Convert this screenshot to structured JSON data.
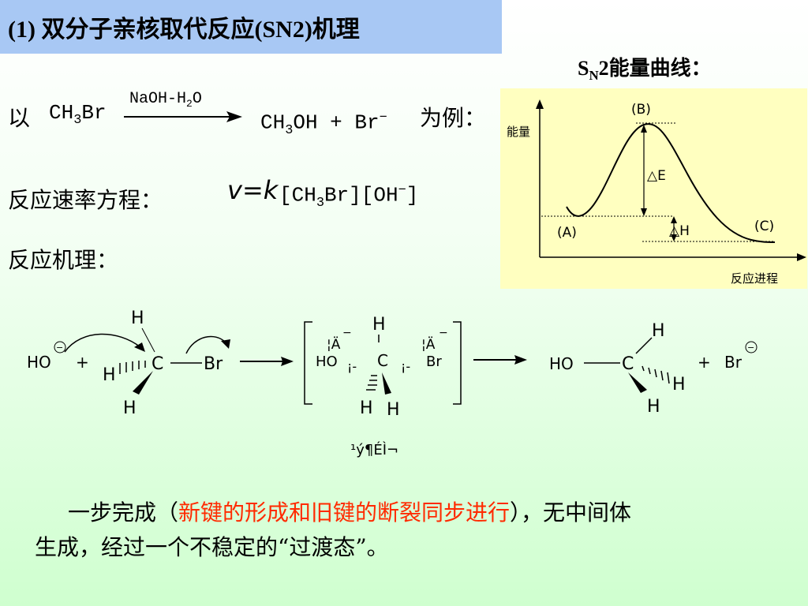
{
  "slide": {
    "title": "(1) 双分子亲核取代反应(SN2)机理",
    "energy_heading": {
      "main": "S",
      "sub": "N",
      "rest": "2能量曲线："
    },
    "example_line": {
      "prefix": "以",
      "reactant": {
        "main": "CH",
        "sub": "3",
        "end": "Br"
      },
      "reagent": {
        "main": "NaOH-H",
        "sub": "2",
        "end": "O"
      },
      "product": {
        "main": "CH",
        "sub": "3",
        "end": "OH + Br"
      },
      "product_charge": "−",
      "suffix": "为例："
    },
    "rate_line": {
      "label": "反应速率方程：",
      "v": "v",
      "eq": "=",
      "k": "k",
      "bracket1": {
        "open": "[CH",
        "sub": "3",
        "close": "Br]"
      },
      "bracket2": {
        "open": "[OH",
        "sup": "−",
        "close": "]"
      }
    },
    "mechanism_label": "反应机理：",
    "mechanism": {
      "nucleophile": "HO",
      "nucleophile_charge": "−",
      "plus1": "+",
      "carbon": "C",
      "H_top": "H",
      "H_left": "H",
      "H_bottom": "H",
      "leaving": "Br",
      "ts_H_top": "H",
      "ts_charge_left": "¦Ä",
      "ts_charge_left_sign": "−",
      "ts_HO": "HO",
      "ts_partial_left": "¡-",
      "ts_C": "C",
      "ts_partial_right": "¡-",
      "ts_charge_right": "¦Ä",
      "ts_charge_right_sign": "−",
      "ts_Br": "Br",
      "ts_H_bottom_left": "H",
      "ts_H_bottom_right": "H",
      "ts_caption": "¹ý¶ÉÌ¬",
      "product_HO": "HO",
      "product_C": "C",
      "product_H_top": "H",
      "product_H_right": "H",
      "product_H_bottom": "H",
      "plus2": "+",
      "product_Br": "Br",
      "product_Br_charge": "−"
    },
    "conclusion": {
      "part1": "一步完成（",
      "highlight": "新键的形成和旧键的断裂同步进行",
      "part2": "），无中间体",
      "line2": "生成，经过一个不稳定的“过渡态”。"
    }
  },
  "energy_diagram": {
    "y_label": "能量",
    "x_label": "反应进程",
    "point_A": "(A)",
    "point_B": "(B)",
    "point_C": "(C)",
    "delta_E": "△E",
    "delta_H": "△H"
  },
  "colors": {
    "title_bar": "#a8c8f4",
    "energy_panel": "#ffffc0",
    "highlight": "#ff2a00"
  }
}
